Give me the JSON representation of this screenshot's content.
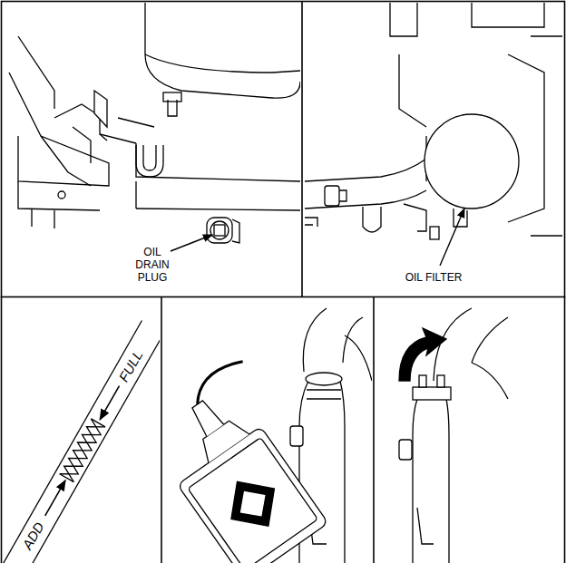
{
  "diagram": {
    "labels": [
      "OIL DRAIN PLUG",
      "OIL FILTER",
      "ADD",
      "FULL"
    ]
  }
}
